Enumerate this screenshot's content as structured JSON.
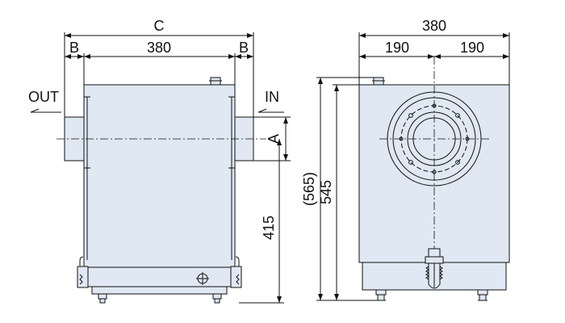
{
  "dimensions": {
    "overall_width_label": "C",
    "flange_left_label": "B",
    "flange_right_label": "B",
    "body_width_front": "380",
    "side_width_total": "380",
    "side_half_left": "190",
    "side_half_right": "190",
    "flange_height_label": "A",
    "inlet_height": "415",
    "body_height": "545",
    "total_height": "(565)"
  },
  "ports": {
    "outlet_label": "OUT",
    "inlet_label": "IN"
  },
  "colors": {
    "body_fill": "#dfe8f3",
    "line": "#111111",
    "background": "#ffffff"
  }
}
